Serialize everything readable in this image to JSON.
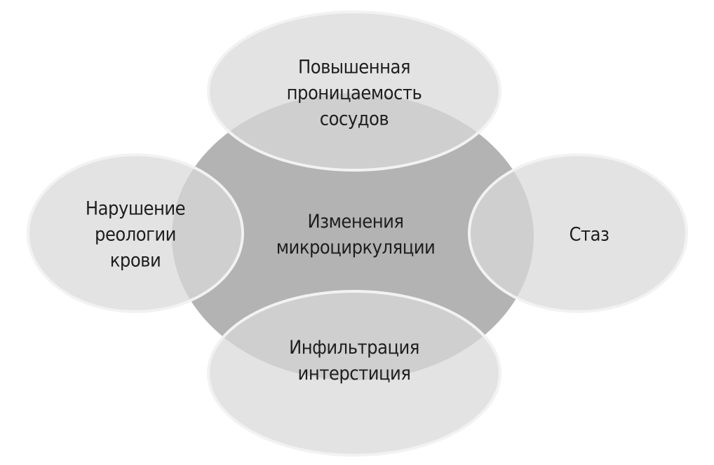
{
  "center": {
    "label_lines": [
      "Изменения",
      "микроциркуляции"
    ]
  },
  "nodes": {
    "top": {
      "label_lines": [
        "Повышенная",
        "проницаемость",
        "сосудов"
      ]
    },
    "left": {
      "label_lines": [
        "Нарушение",
        "реологии",
        "крови"
      ]
    },
    "right": {
      "label_lines": [
        "Стаз"
      ]
    },
    "bottom": {
      "label_lines": [
        "Инфильтрация",
        "интерстиция"
      ]
    }
  },
  "colors": {
    "center": "#b3b3b3",
    "node": "#d9d9d9",
    "stroke": "#f2f2f2",
    "text": "#1e1e1e"
  }
}
